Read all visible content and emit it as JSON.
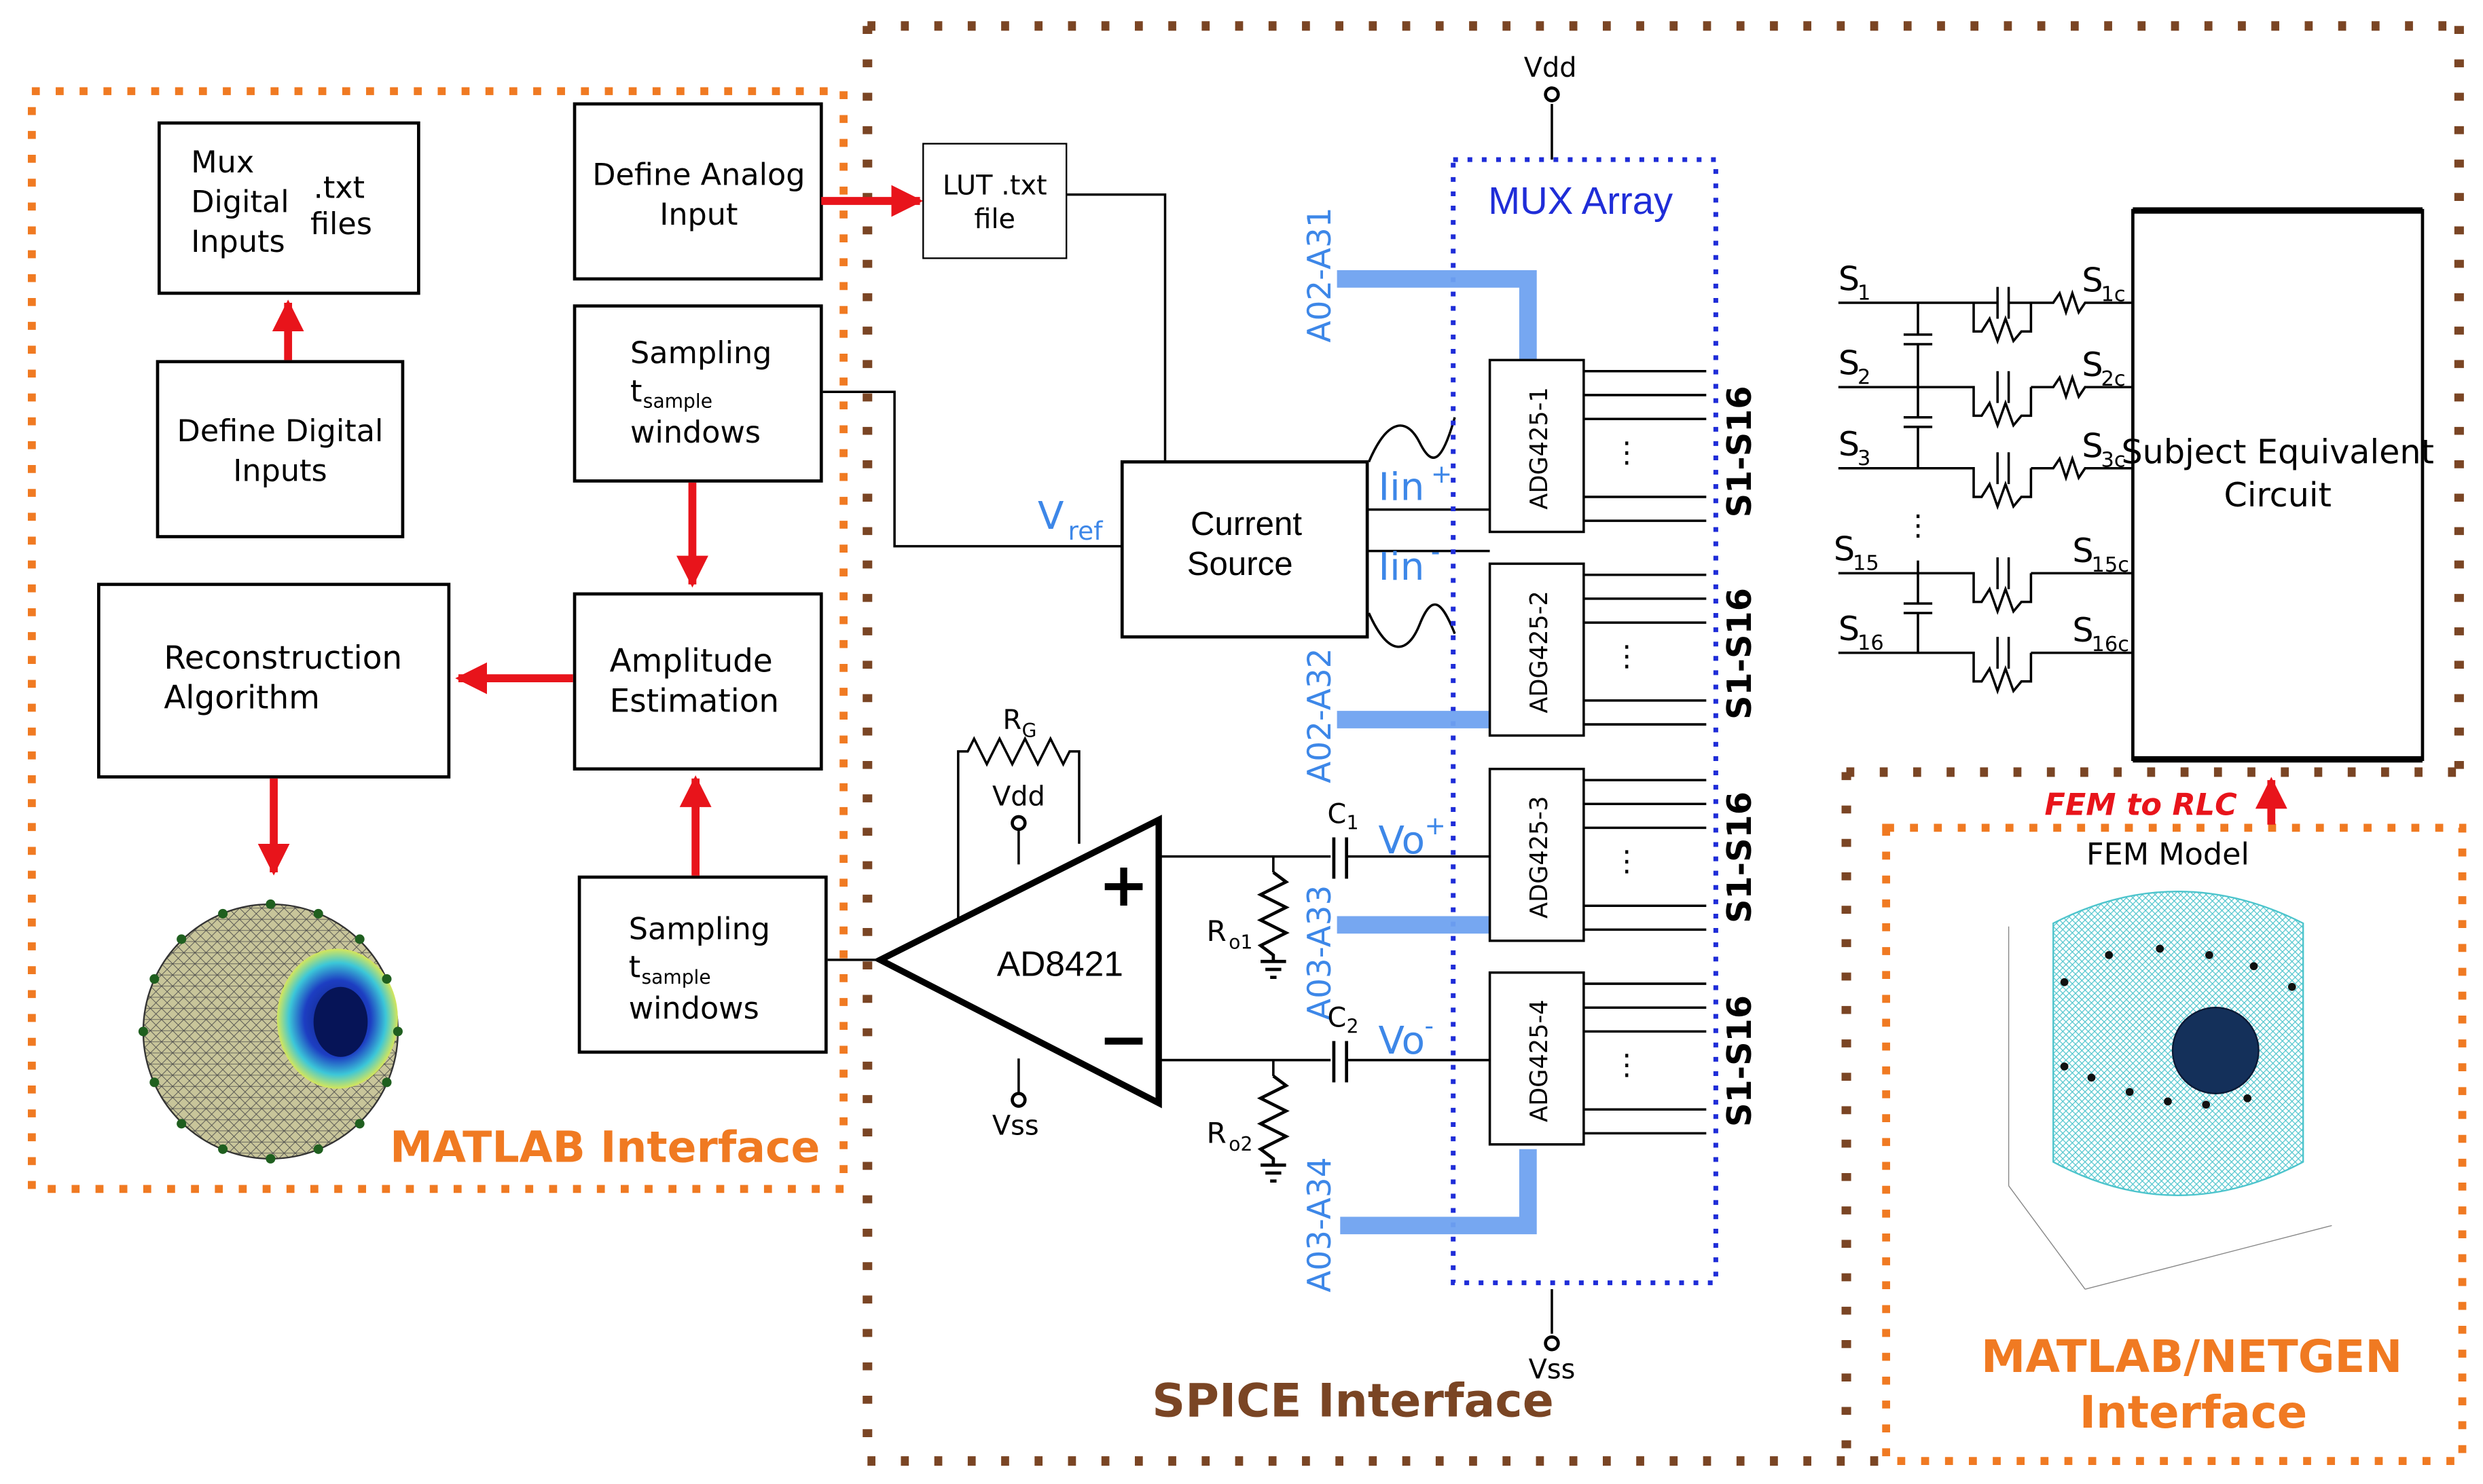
{
  "colors": {
    "matlab": "#F07A22",
    "spice": "#7A4524",
    "arrow": "#E8141B",
    "blue": "#3D87E8",
    "mux": "#1F2DD8",
    "fem_label": "#E8141B"
  },
  "matlab": {
    "title": "MATLAB Interface",
    "mux_line1": "Mux",
    "mux_line2": "Digital",
    "mux_line3": "Inputs",
    "txt_line1": ".txt",
    "txt_line2": "files",
    "define_digital_1": "Define Digital",
    "define_digital_2": "Inputs",
    "define_analog_1": "Define Analog",
    "define_analog_2": "Input",
    "sampling_top_1": "Sampling",
    "sampling_t": "t",
    "sampling_sub": "sample",
    "sampling_top_3": "windows",
    "amplitude_1": "Amplitude",
    "amplitude_2": "Estimation",
    "reconstruction_1": "Reconstruction",
    "reconstruction_2": "Algorithm",
    "sampling_bot_1": "Sampling",
    "sampling_bot_3": "windows"
  },
  "spice": {
    "title": "SPICE Interface",
    "lut_1": "LUT .txt",
    "lut_2": "file",
    "vref_v": "V",
    "vref_sub": "ref",
    "current_source_1": "Current",
    "current_source_2": "Source",
    "iin_plus": "Iin",
    "iin_minus": "Iin",
    "vdd_top": "Vdd",
    "vss_bottom": "Vss",
    "mux_array": "MUX Array",
    "addr_1": "A02-A31",
    "addr_2": "A02-A32",
    "addr_3": "A03-A33",
    "addr_4": "A03-A34",
    "chips": [
      "ADG425-1",
      "ADG425-2",
      "ADG425-3",
      "ADG425-4"
    ],
    "outputs": "S1-S16",
    "dots": "⋮",
    "rg": "R",
    "rg_sub": "G",
    "amp_vdd": "Vdd",
    "amp_vss": "Vss",
    "amp_name": "AD8421",
    "plus": "+",
    "minus": "−",
    "c1": "C",
    "c1_sub": "1",
    "c2": "C",
    "c2_sub": "2",
    "vo_plus": "Vo",
    "vo_minus": "Vo",
    "ro1": "R",
    "ro1_sub": "o1",
    "ro2": "R",
    "ro2_sub": "o2"
  },
  "subject": {
    "box_1": "Subject Equivalent",
    "box_2": "Circuit",
    "s_left": [
      {
        "main": "S",
        "sub": "1"
      },
      {
        "main": "S",
        "sub": "2"
      },
      {
        "main": "S",
        "sub": "3"
      },
      {
        "main": "S",
        "sub": "15"
      },
      {
        "main": "S",
        "sub": "16"
      }
    ],
    "s_right": [
      {
        "main": "S",
        "sub": "1c"
      },
      {
        "main": "S",
        "sub": "2c"
      },
      {
        "main": "S",
        "sub": "3c"
      },
      {
        "main": "S",
        "sub": "15c"
      },
      {
        "main": "S",
        "sub": "16c"
      }
    ],
    "dots": "⋮",
    "fem_to_rlc": "FEM to RLC"
  },
  "netgen": {
    "title_1": "MATLAB/NETGEN",
    "title_2": "Interface",
    "fem_model": "FEM Model"
  }
}
